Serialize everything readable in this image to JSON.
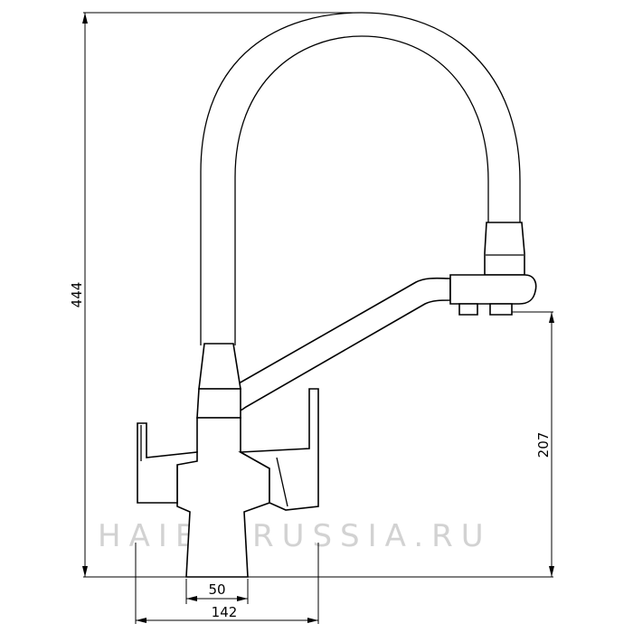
{
  "watermark": "HAIBA-RUSSIA.RU",
  "dimensions": {
    "total_height": "444",
    "spout_height": "207",
    "base_width": "50",
    "overall_width": "142"
  },
  "colors": {
    "lines": "#000000",
    "watermark": "#d2d2d2",
    "background": "#ffffff"
  }
}
